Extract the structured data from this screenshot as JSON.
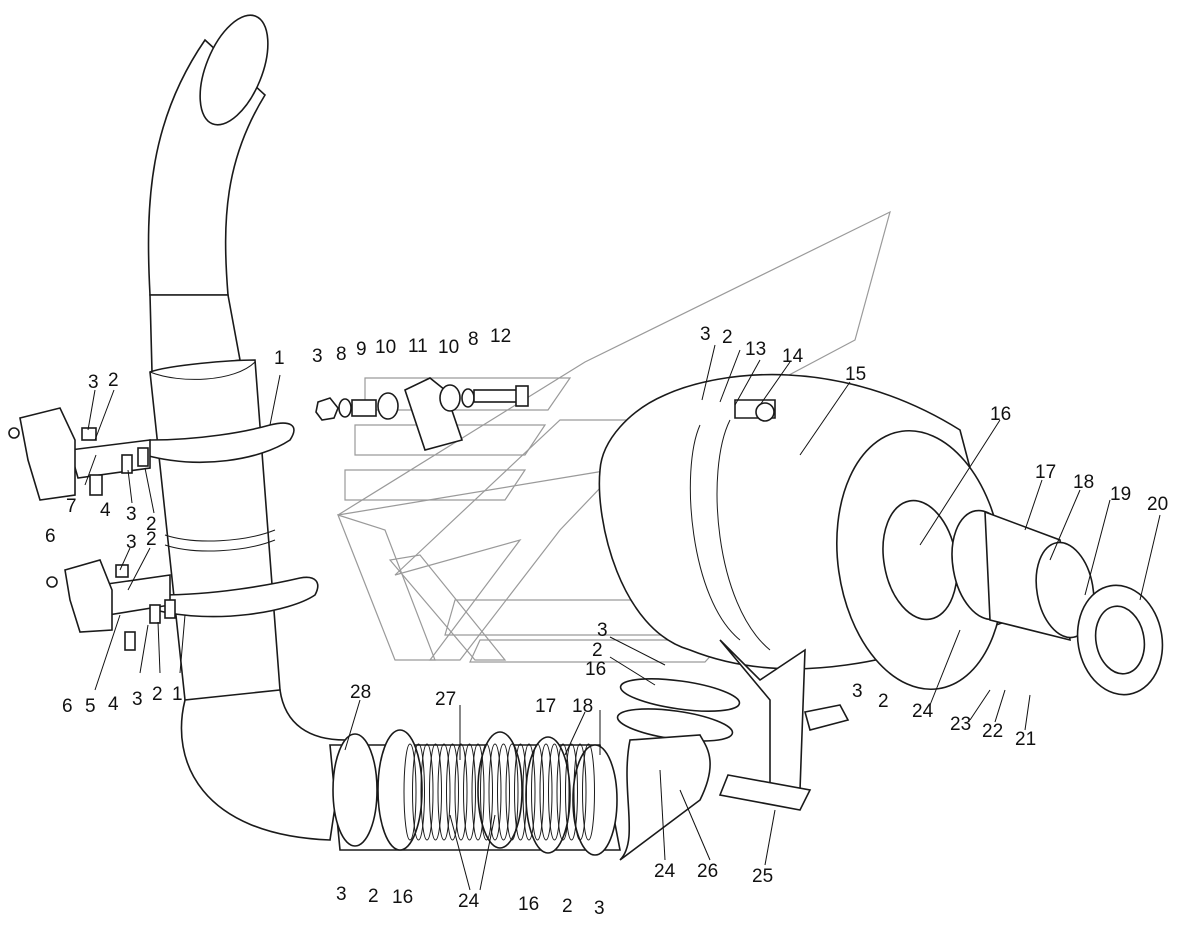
{
  "callouts": [
    {
      "id": "c-3a",
      "text": "3"
    },
    {
      "id": "c-2a",
      "text": "2"
    },
    {
      "id": "c-6a",
      "text": "6"
    },
    {
      "id": "c-7",
      "text": "7"
    },
    {
      "id": "c-4a",
      "text": "4"
    },
    {
      "id": "c-3b",
      "text": "3"
    },
    {
      "id": "c-2b",
      "text": "2"
    },
    {
      "id": "c-1a",
      "text": "1"
    },
    {
      "id": "c-3c",
      "text": "3"
    },
    {
      "id": "c-2c",
      "text": "2"
    },
    {
      "id": "c-6b",
      "text": "6"
    },
    {
      "id": "c-5",
      "text": "5"
    },
    {
      "id": "c-4b",
      "text": "4"
    },
    {
      "id": "c-3d",
      "text": "3"
    },
    {
      "id": "c-2d",
      "text": "2"
    },
    {
      "id": "c-1b",
      "text": "1"
    },
    {
      "id": "c-3e",
      "text": "3"
    },
    {
      "id": "c-8a",
      "text": "8"
    },
    {
      "id": "c-9",
      "text": "9"
    },
    {
      "id": "c-10a",
      "text": "10"
    },
    {
      "id": "c-11",
      "text": "11"
    },
    {
      "id": "c-10b",
      "text": "10"
    },
    {
      "id": "c-8b",
      "text": "8"
    },
    {
      "id": "c-12",
      "text": "12"
    },
    {
      "id": "c-3f",
      "text": "3"
    },
    {
      "id": "c-2e",
      "text": "2"
    },
    {
      "id": "c-13",
      "text": "13"
    },
    {
      "id": "c-14",
      "text": "14"
    },
    {
      "id": "c-15",
      "text": "15"
    },
    {
      "id": "c-16a",
      "text": "16"
    },
    {
      "id": "c-17a",
      "text": "17"
    },
    {
      "id": "c-18a",
      "text": "18"
    },
    {
      "id": "c-19",
      "text": "19"
    },
    {
      "id": "c-20",
      "text": "20"
    },
    {
      "id": "c-3g",
      "text": "3"
    },
    {
      "id": "c-2f",
      "text": "2"
    },
    {
      "id": "c-24a",
      "text": "24"
    },
    {
      "id": "c-23",
      "text": "23"
    },
    {
      "id": "c-22",
      "text": "22"
    },
    {
      "id": "c-21",
      "text": "21"
    },
    {
      "id": "c-3h",
      "text": "3"
    },
    {
      "id": "c-2g",
      "text": "2"
    },
    {
      "id": "c-16b",
      "text": "16"
    },
    {
      "id": "c-17b",
      "text": "17"
    },
    {
      "id": "c-18b",
      "text": "18"
    },
    {
      "id": "c-28",
      "text": "28"
    },
    {
      "id": "c-27",
      "text": "27"
    },
    {
      "id": "c-3i",
      "text": "3"
    },
    {
      "id": "c-2h",
      "text": "2"
    },
    {
      "id": "c-16c",
      "text": "16"
    },
    {
      "id": "c-24b",
      "text": "24"
    },
    {
      "id": "c-16d",
      "text": "16"
    },
    {
      "id": "c-2i",
      "text": "2"
    },
    {
      "id": "c-3j",
      "text": "3"
    },
    {
      "id": "c-24c",
      "text": "24"
    },
    {
      "id": "c-26",
      "text": "26"
    },
    {
      "id": "c-25",
      "text": "25"
    }
  ]
}
